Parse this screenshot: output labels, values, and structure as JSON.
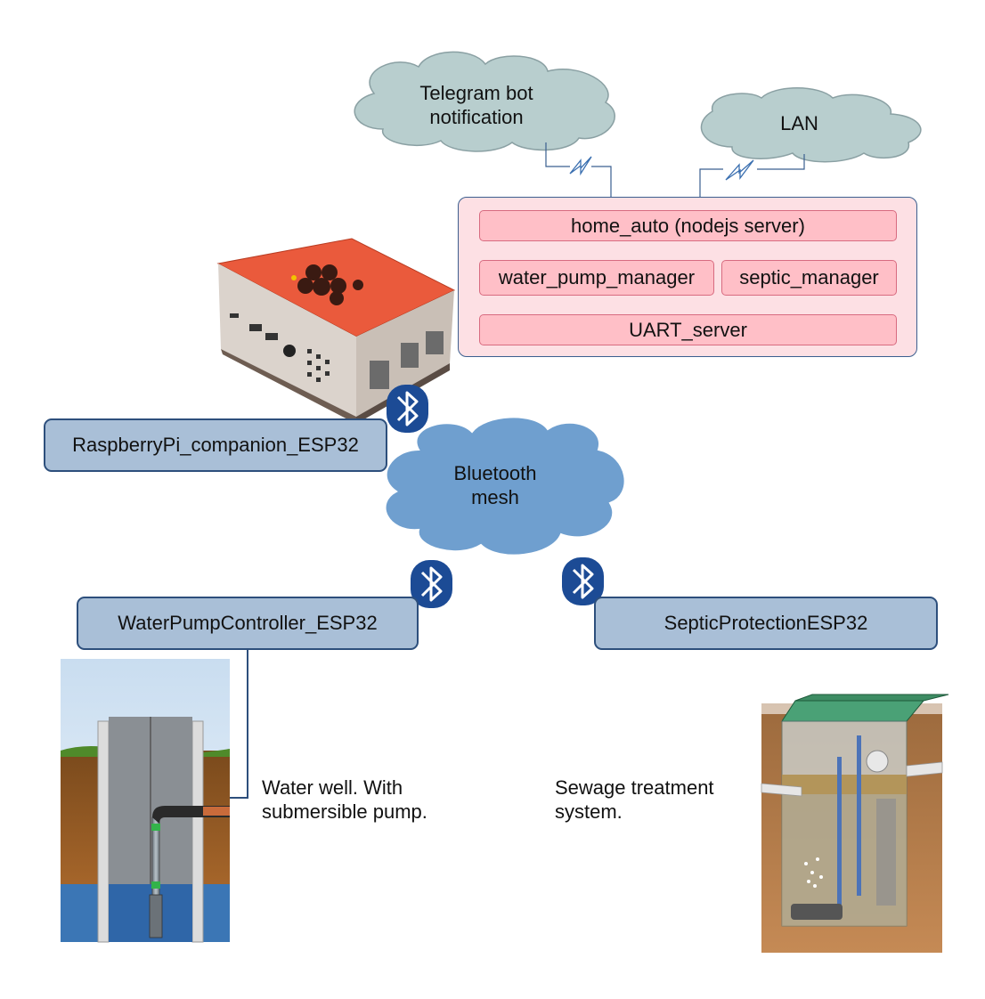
{
  "clouds": {
    "telegram": {
      "label_line1": "Telegram bot",
      "label_line2": "notification"
    },
    "lan": {
      "label": "LAN"
    },
    "bluetooth": {
      "label_line1": "Bluetooth",
      "label_line2": "mesh"
    }
  },
  "server": {
    "home_auto": "home_auto (nodejs server)",
    "water_pump_manager": "water_pump_manager",
    "septic_manager": "septic_manager",
    "uart_server": "UART_server"
  },
  "devices": {
    "raspberry_companion": "RaspberryPi_companion_ESP32",
    "water_pump_controller": "WaterPumpController_ESP32",
    "septic_protection": "SepticProtectionESP32"
  },
  "captions": {
    "water_well_line1": "Water well. With",
    "water_well_line2": "submersible pump.",
    "sewage_line1": "Sewage treatment",
    "sewage_line2": "system."
  },
  "icons": [
    "bluetooth-icon",
    "lightning-icon",
    "raspberry-pi-case",
    "water-well-illustration",
    "septic-tank-illustration"
  ],
  "colors": {
    "cloud_light": "#b8cece",
    "cloud_blue": "#6f9fcf",
    "device_box": "#a9bfd7",
    "server_bg": "#fde0e4",
    "module_bg": "#ffbfc7",
    "bluetooth_badge": "#1c4b95"
  }
}
